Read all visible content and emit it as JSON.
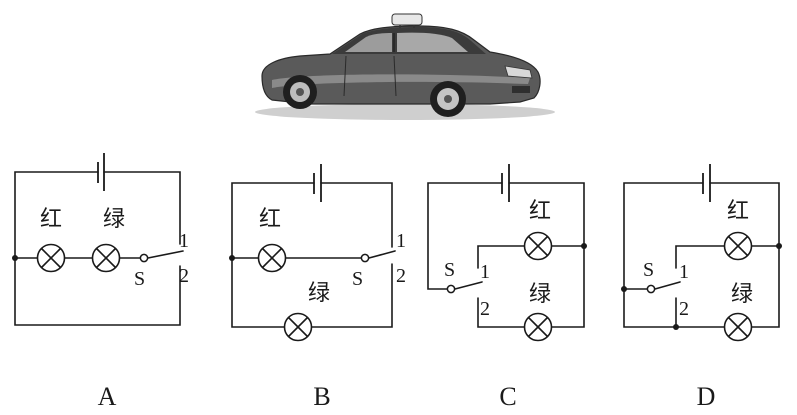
{
  "circuits": [
    {
      "id": "A",
      "caption": "A",
      "red": "红",
      "green": "绿",
      "switch": "S",
      "pos1": "1",
      "pos2": "2"
    },
    {
      "id": "B",
      "caption": "B",
      "red": "红",
      "green": "绿",
      "switch": "S",
      "pos1": "1",
      "pos2": "2"
    },
    {
      "id": "C",
      "caption": "C",
      "red": "红",
      "green": "绿",
      "switch": "S",
      "pos1": "1",
      "pos2": "2"
    },
    {
      "id": "D",
      "caption": "D",
      "red": "红",
      "green": "绿",
      "switch": "S",
      "pos1": "1",
      "pos2": "2"
    }
  ]
}
